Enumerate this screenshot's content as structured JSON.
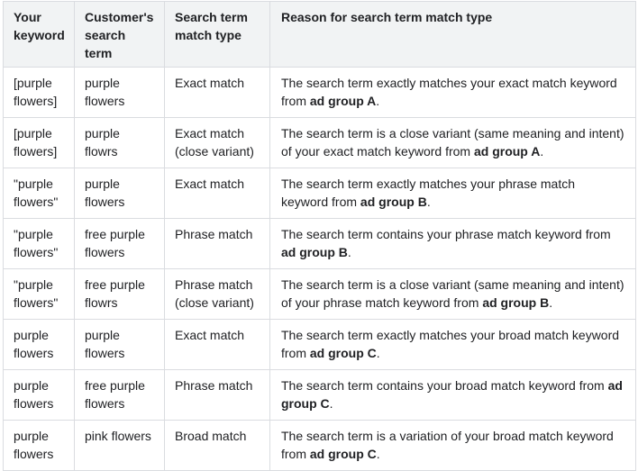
{
  "headers": {
    "keyword": "Your keyword",
    "search_term": "Customer's search term",
    "match_type": "Search term match type",
    "reason": "Reason for search term match type"
  },
  "rows": [
    {
      "keyword": "[purple flowers]",
      "search_term": "purple flowers",
      "match_type": "Exact match",
      "reason_prefix": "The search term exactly matches your exact match keyword from ",
      "ad_group": "ad group A",
      "reason_suffix": "."
    },
    {
      "keyword": "[purple flowers]",
      "search_term": "purple flowrs",
      "match_type": "Exact match (close variant)",
      "reason_prefix": "The search term is a close variant (same meaning and intent) of your exact match keyword from ",
      "ad_group": "ad group A",
      "reason_suffix": "."
    },
    {
      "keyword": "\"purple flowers\"",
      "search_term": "purple flowers",
      "match_type": "Exact match",
      "reason_prefix": "The search term exactly matches your phrase match keyword from ",
      "ad_group": "ad group B",
      "reason_suffix": "."
    },
    {
      "keyword": "\"purple flowers\"",
      "search_term": "free purple flowers",
      "match_type": "Phrase match",
      "reason_prefix": "The search term contains your phrase match keyword from ",
      "ad_group": "ad group B",
      "reason_suffix": "."
    },
    {
      "keyword": "\"purple flowers\"",
      "search_term": "free purple flowrs",
      "match_type": "Phrase match (close variant)",
      "reason_prefix": "The search term is a close variant (same meaning and intent) of your phrase match keyword from ",
      "ad_group": "ad group B",
      "reason_suffix": "."
    },
    {
      "keyword": "purple flowers",
      "search_term": "purple flowers",
      "match_type": "Exact match",
      "reason_prefix": "The search term exactly matches your broad match keyword from ",
      "ad_group": "ad group C",
      "reason_suffix": "."
    },
    {
      "keyword": "purple flowers",
      "search_term": "free purple flowers",
      "match_type": "Phrase match",
      "reason_prefix": "The search term contains your broad match keyword from ",
      "ad_group": "ad group C",
      "reason_suffix": "."
    },
    {
      "keyword": "purple flowers",
      "search_term": "pink flowers",
      "match_type": "Broad match",
      "reason_prefix": "The search term is a variation of your broad match keyword from ",
      "ad_group": "ad group C",
      "reason_suffix": "."
    }
  ],
  "colors": {
    "header_background": "#f1f3f4",
    "border": "#dadce0",
    "text": "#202124"
  }
}
